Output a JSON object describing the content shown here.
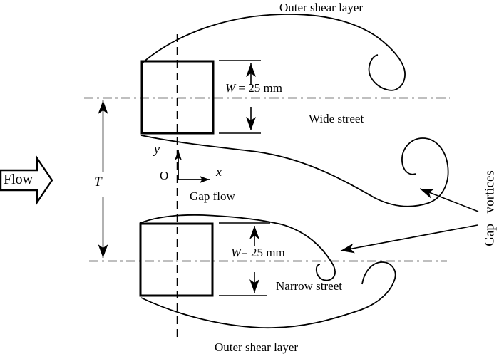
{
  "figure": {
    "background_color": "#ffffff",
    "line_color": "#000000",
    "labels": {
      "outer_shear_layer_top": "Outer shear layer",
      "outer_shear_layer_bottom": "Outer shear layer",
      "wide_street": "Wide street",
      "narrow_street": "Narrow street",
      "gap_flow": "Gap flow",
      "gap_vortices": "Gap vortices",
      "flow": "Flow",
      "spacing_symbol": "T",
      "origin": "O",
      "x_axis": "x",
      "y_axis": "y"
    },
    "dimensions": {
      "upper_width": {
        "symbol": "W",
        "value": " = 25 mm"
      },
      "lower_width": {
        "symbol": "W",
        "value": "= 25 mm"
      },
      "cylinder_width_mm": 25
    }
  }
}
